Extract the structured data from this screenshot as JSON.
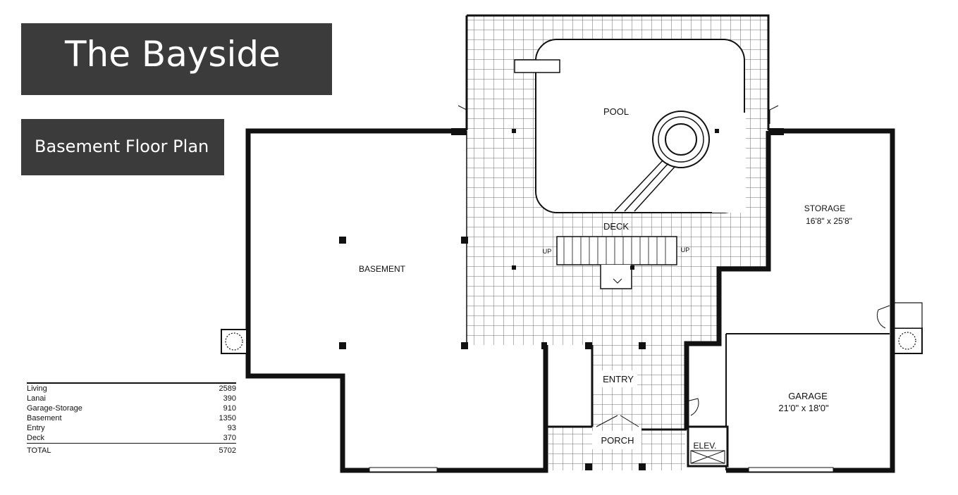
{
  "header": {
    "title": "The Bayside",
    "subtitle": "Basement Floor Plan"
  },
  "plan": {
    "rooms": {
      "pool": "POOL",
      "deck": "DECK",
      "basement": "BASEMENT",
      "storage": "STORAGE",
      "storage_dims": "16'8\" x 25'8\"",
      "garage": "GARAGE",
      "garage_dims": "21'0\" x 18'0\"",
      "entry": "ENTRY",
      "porch": "PORCH",
      "elevator": "ELEV.",
      "up_left": "UP",
      "up_right": "UP"
    }
  },
  "area_table": {
    "rows": [
      {
        "label": "Living",
        "value": "2589"
      },
      {
        "label": "Lanai",
        "value": "390"
      },
      {
        "label": "Garage-Storage",
        "value": "910"
      },
      {
        "label": "Basement",
        "value": "1350"
      },
      {
        "label": "Entry",
        "value": "93"
      },
      {
        "label": "Deck",
        "value": "370"
      }
    ],
    "total": {
      "label": "TOTAL",
      "value": "5702"
    }
  }
}
